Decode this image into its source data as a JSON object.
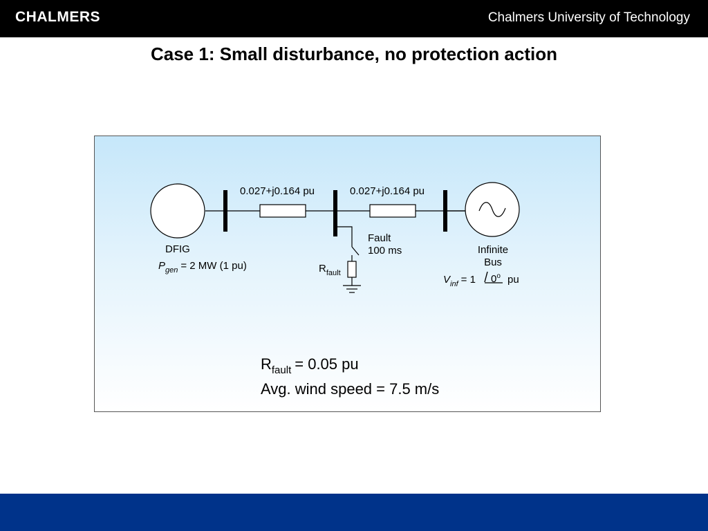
{
  "header": {
    "logo_text": "CHALMERS",
    "institution": "Chalmers University of Technology",
    "background": "#000000"
  },
  "slide": {
    "title": "Case 1: Small disturbance, no protection action"
  },
  "diagram": {
    "line1_impedance": "0.027+j0.164 pu",
    "line2_impedance": "0.027+j0.164 pu",
    "generator_label": "DFIG",
    "pgen_symbol": "P",
    "pgen_subscript": "gen",
    "pgen_value": "= 2 MW (1 pu)",
    "fault_label": "Fault",
    "fault_duration": "100 ms",
    "rfault_symbol": "R",
    "rfault_subscript": "fault",
    "infinite_bus_line1": "Infinite",
    "infinite_bus_line2": "Bus",
    "vinf_symbol": "V",
    "vinf_subscript": "inf",
    "vinf_value": "= 1",
    "vinf_angle": "0",
    "vinf_degree": "o",
    "vinf_unit": "pu",
    "parameters": {
      "rfault_symbol": "R",
      "rfault_subscript": "fault",
      "rfault_value": "= 0.05 pu",
      "wind_speed": "Avg. wind speed = 7.5 m/s"
    },
    "background_top_color": "#c6e7fa"
  },
  "footer": {
    "background": "#00338a"
  }
}
